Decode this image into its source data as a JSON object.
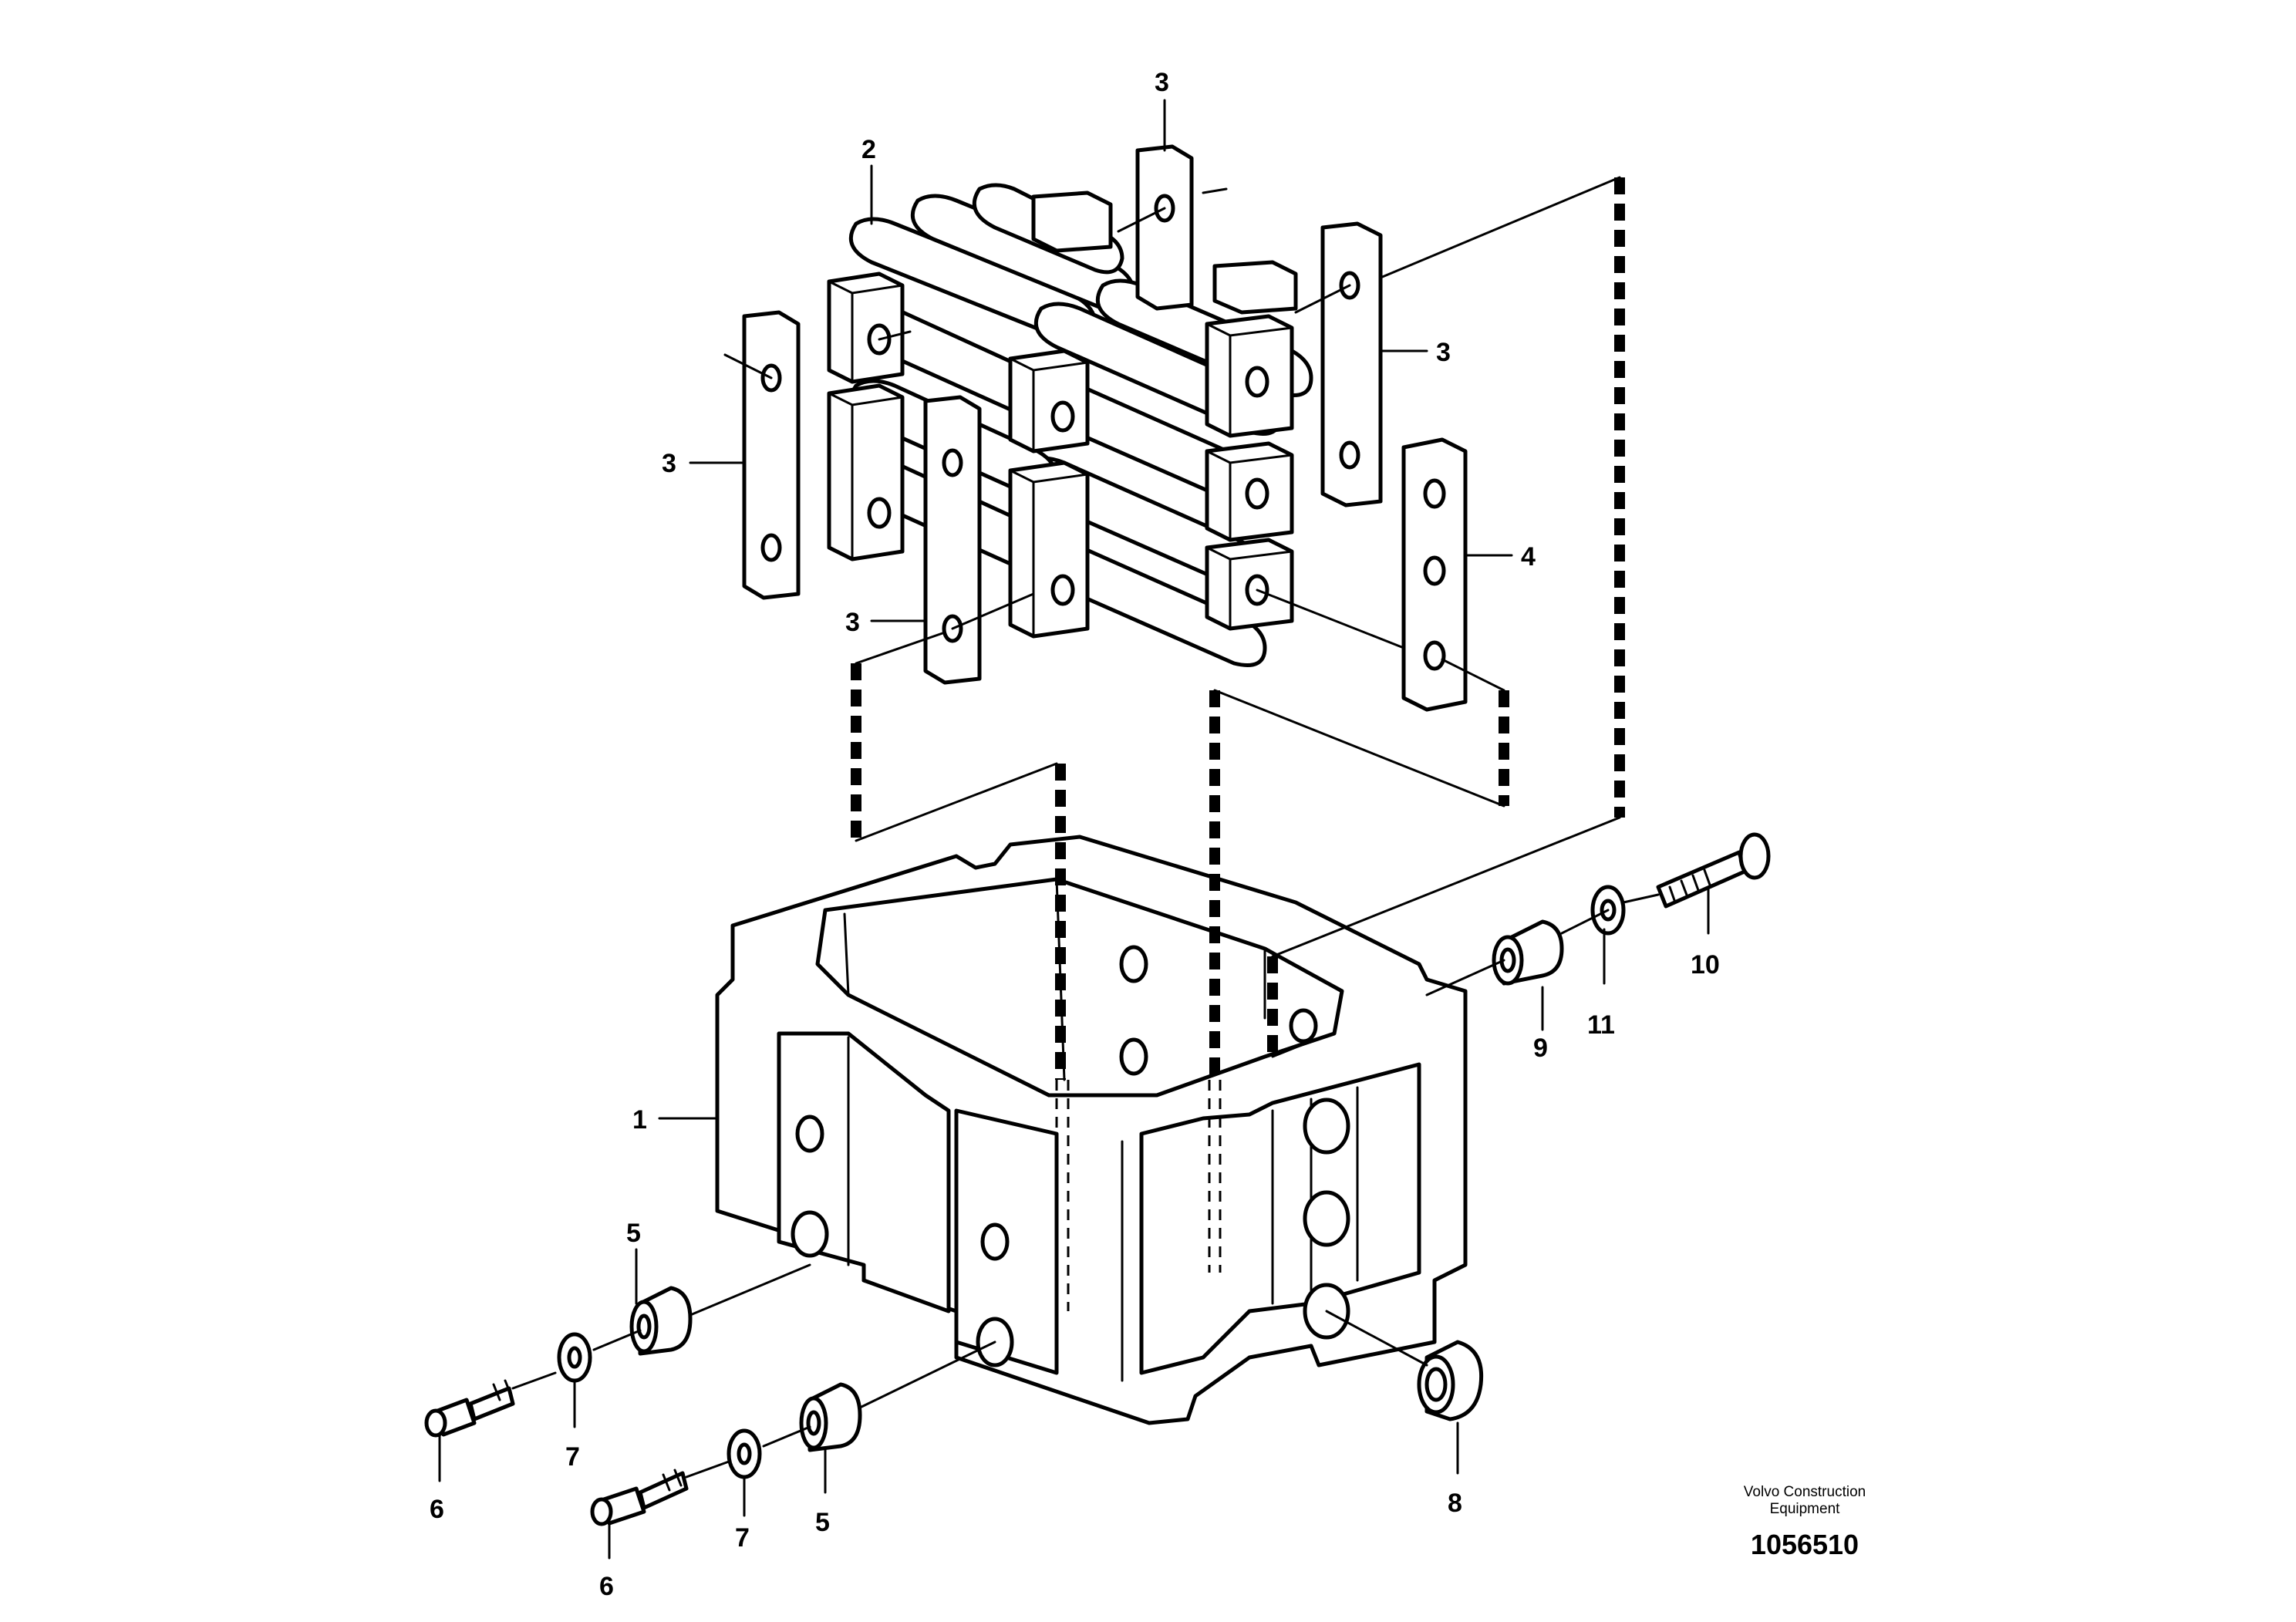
{
  "callouts": [
    {
      "id": "c1",
      "text": "1"
    },
    {
      "id": "c2",
      "text": "2"
    },
    {
      "id": "c3a",
      "text": "3"
    },
    {
      "id": "c3b",
      "text": "3"
    },
    {
      "id": "c3c",
      "text": "3"
    },
    {
      "id": "c3d",
      "text": "3"
    },
    {
      "id": "c4",
      "text": "4"
    },
    {
      "id": "c5a",
      "text": "5"
    },
    {
      "id": "c5b",
      "text": "5"
    },
    {
      "id": "c6a",
      "text": "6"
    },
    {
      "id": "c6b",
      "text": "6"
    },
    {
      "id": "c7a",
      "text": "7"
    },
    {
      "id": "c7b",
      "text": "7"
    },
    {
      "id": "c8",
      "text": "8"
    },
    {
      "id": "c9",
      "text": "9"
    },
    {
      "id": "c10",
      "text": "10"
    },
    {
      "id": "c11",
      "text": "11"
    }
  ],
  "credit": {
    "line1": "Volvo Construction",
    "line2": "Equipment"
  },
  "drawing_number": "1056510"
}
